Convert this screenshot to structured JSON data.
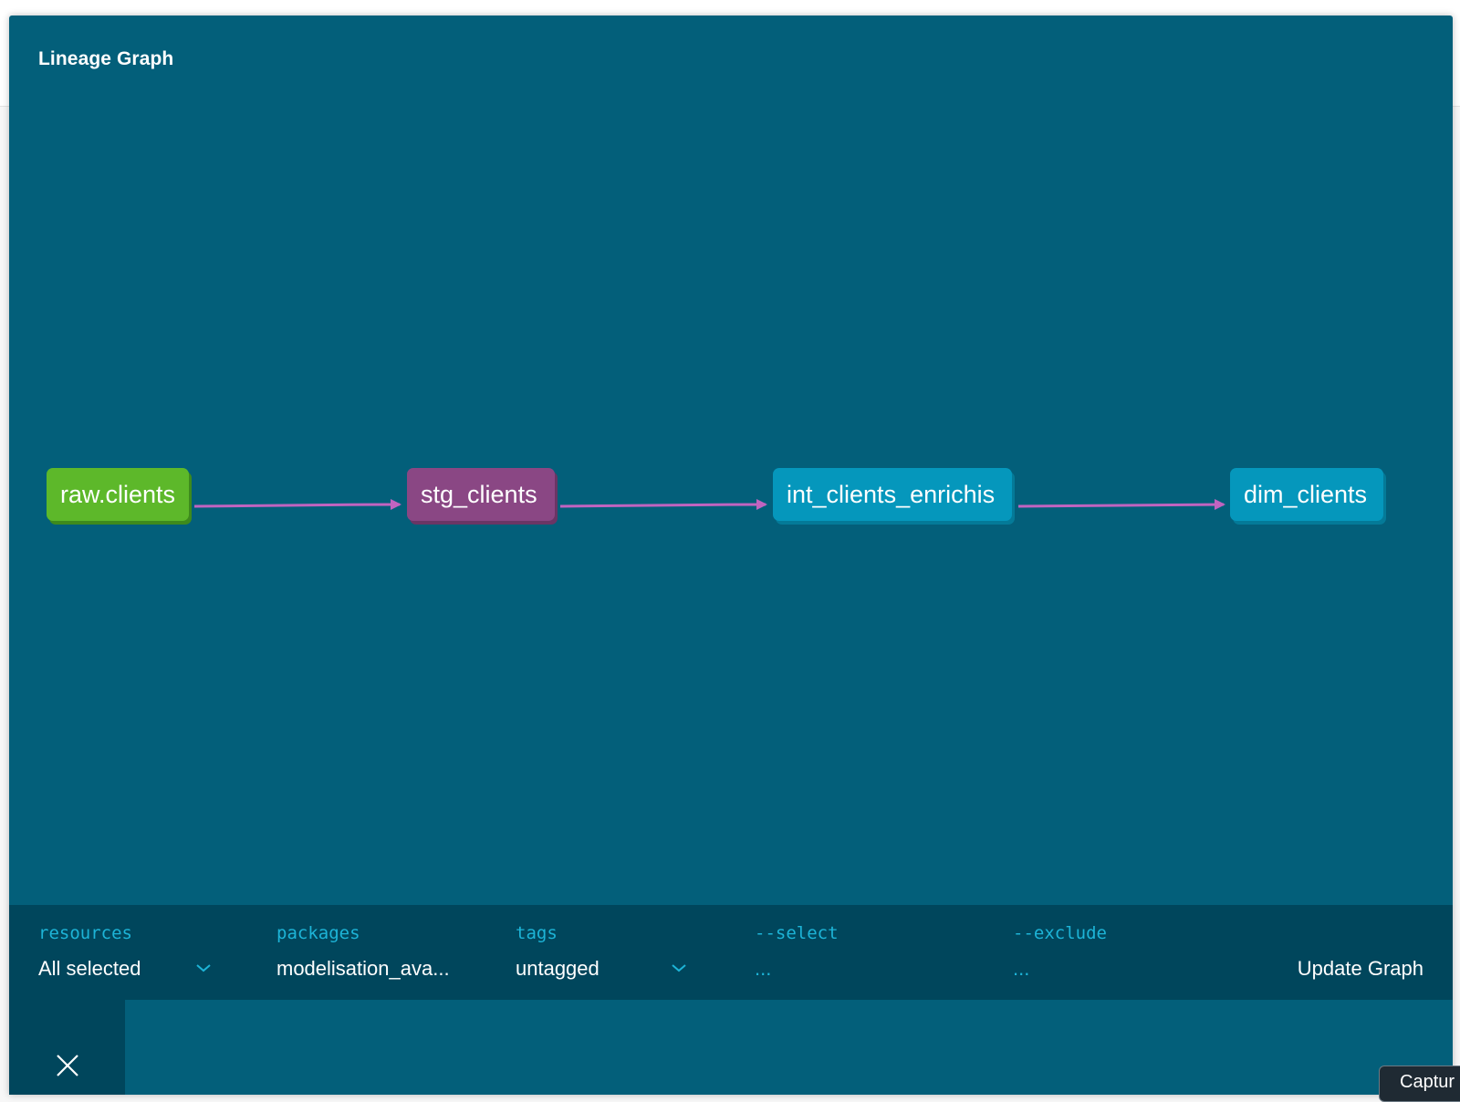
{
  "modal": {
    "title": "Lineage Graph"
  },
  "graph": {
    "nodes": [
      {
        "id": "raw.clients",
        "label": "raw.clients",
        "kind": "source",
        "color": "#5db82a"
      },
      {
        "id": "stg_clients",
        "label": "stg_clients",
        "kind": "staging",
        "color": "#8a4784"
      },
      {
        "id": "int_clients_enrichis",
        "label": "int_clients_enrichis",
        "kind": "model",
        "color": "#0597bc"
      },
      {
        "id": "dim_clients",
        "label": "dim_clients",
        "kind": "model",
        "color": "#0597bc"
      }
    ],
    "edges": [
      {
        "from": "raw.clients",
        "to": "stg_clients"
      },
      {
        "from": "stg_clients",
        "to": "int_clients_enrichis"
      },
      {
        "from": "int_clients_enrichis",
        "to": "dim_clients"
      }
    ],
    "edge_color": "#c164c0"
  },
  "filters": {
    "resources": {
      "label": "resources",
      "value": "All selected"
    },
    "packages": {
      "label": "packages",
      "value": "modelisation_ava..."
    },
    "tags": {
      "label": "tags",
      "value": "untagged"
    },
    "select": {
      "label": "--select",
      "placeholder": "..."
    },
    "exclude": {
      "label": "--exclude",
      "placeholder": "..."
    }
  },
  "actions": {
    "update_label": "Update Graph",
    "capture_label": "Captur"
  },
  "icons": {
    "close": "close-icon",
    "dropdown": "chevron-down-icon"
  },
  "colors": {
    "panel_bg": "#035f7a",
    "bar_bg": "#00465c",
    "accent": "#1db4d7"
  }
}
